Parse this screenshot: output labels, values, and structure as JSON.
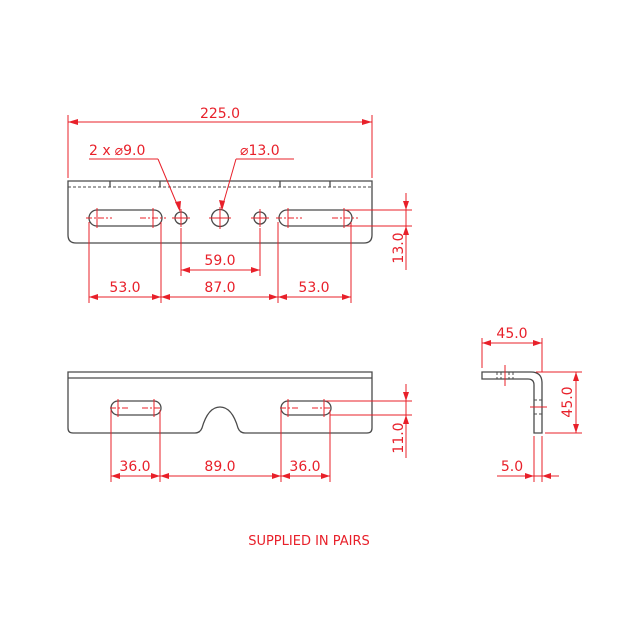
{
  "drawing": {
    "note": "SUPPLIED IN PAIRS",
    "colors": {
      "part_outline": "#4a4a4a",
      "dimension": "#e8202a",
      "background": "#ffffff"
    },
    "top_view": {
      "overall_length": "225.0",
      "small_holes_callout_prefix": "2 x",
      "small_holes_callout_value": "9.0",
      "large_hole_callout_value": "13.0",
      "diameter_symbol": "⌀",
      "small_hole_spacing": "59.0",
      "slot_left_length": "53.0",
      "slot_gap": "87.0",
      "slot_right_length": "53.0",
      "slot_width": "13.0"
    },
    "bottom_view": {
      "slot_left_length": "36.0",
      "slot_gap": "89.0",
      "slot_right_length": "36.0",
      "slot_width": "11.0"
    },
    "side_view": {
      "horizontal_leg": "45.0",
      "vertical_leg": "45.0",
      "thickness": "5.0"
    }
  }
}
